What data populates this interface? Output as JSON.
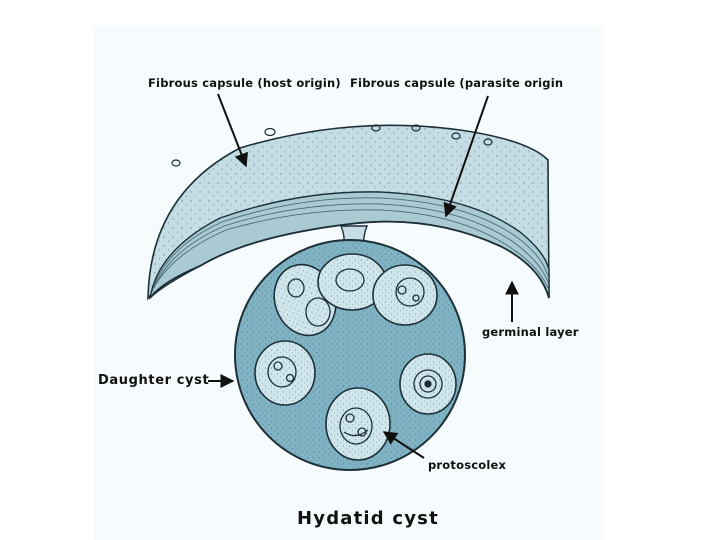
{
  "figure": {
    "title": "Hydatid cyst",
    "labels": {
      "host_capsule": "Fibrous capsule (host origin)",
      "parasite_capsule": "Fibrous capsule (parasite origin",
      "germinal_layer": "germinal layer",
      "daughter_cyst": "Daughter cyst",
      "protoscolex": "protoscolex"
    },
    "colors": {
      "tissue": "#c4dde4",
      "cyst_fill": "#7fb2c2",
      "daughter_fill": "#cfe5ec",
      "outline": "#1d3038",
      "panel": "#f6fbfd"
    }
  }
}
